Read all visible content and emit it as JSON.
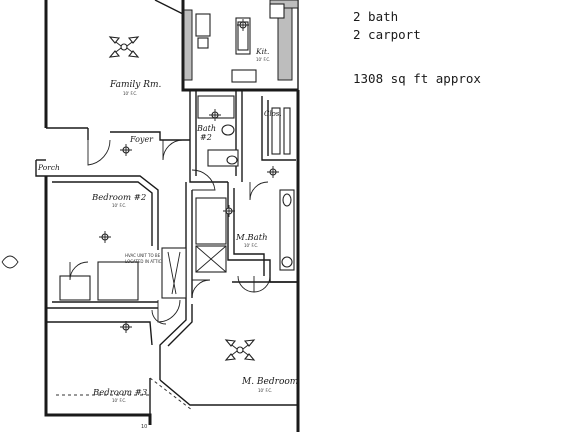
{
  "summary": {
    "bath": "2 bath",
    "carport": "2 carport",
    "area": "1308 sq ft approx"
  },
  "rooms": {
    "family": "Family Rm.",
    "foyer": "Foyer",
    "porch": "Porch",
    "bedroom2": "Bedroom #2",
    "bath2_line1": "Bath",
    "bath2_line2": "#2",
    "closet": "Clos.",
    "kitchen": "Kit.",
    "mbath": "M.Bath",
    "mbedroom": "M. Bedroom",
    "bedroom3": "Bedroom #3"
  },
  "ceiling": {
    "family": "10' F.C.",
    "kitchen": "10' F.C.",
    "bedroom2": "10' F.C.",
    "mbath": "10' F.C.",
    "mbedroom": "10' F.C.",
    "bedroom3": "10' F.C."
  },
  "notes": {
    "hvac_line1": "HVAC UNIT TO BE",
    "hvac_line2": "LOCATED IN ATTIC",
    "dim": "10"
  },
  "icons": [
    "ceiling-fan-icon",
    "light-fixture-icon",
    "door-swing-icon"
  ]
}
